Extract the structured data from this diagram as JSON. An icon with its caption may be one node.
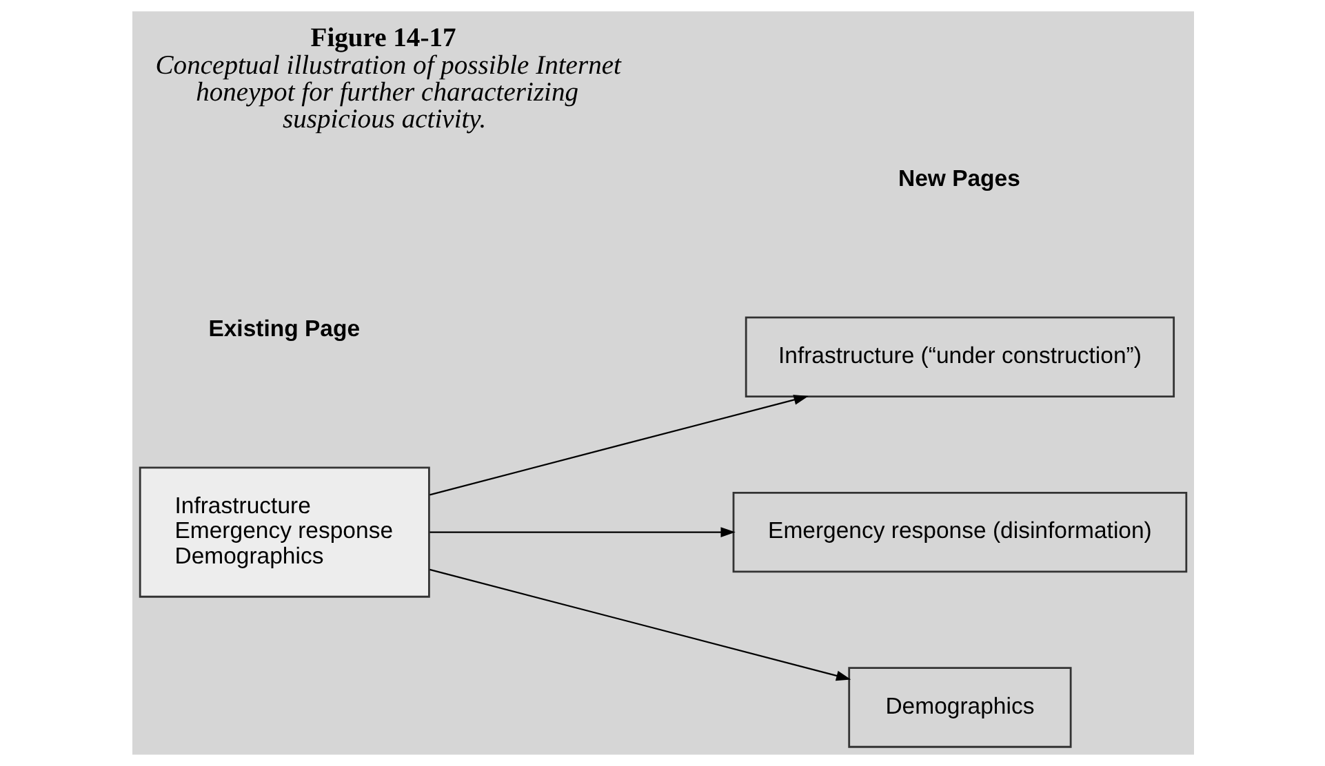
{
  "diagram": {
    "title": "Figure 14-17",
    "caption": "Conceptual illustration of possible Internet honeypot for further characterizing suspicious activity.",
    "nodes": [
      {
        "text": [
          "Infrastructure",
          "Emergency response",
          "Demographics"
        ]
      },
      {
        "text": [
          "Infrastructure (“under construction”)"
        ]
      },
      {
        "text": [
          "Emergency response (disinformation)"
        ]
      },
      {
        "text": [
          "Demographics"
        ]
      }
    ],
    "edges": [
      {
        "from": 0,
        "to": 1,
        "arrow": "to"
      },
      {
        "from": 0,
        "to": 2,
        "arrow": "to"
      },
      {
        "from": 0,
        "to": 3,
        "arrow": "to"
      }
    ],
    "labels": [
      "Existing Page",
      "New Pages"
    ]
  }
}
